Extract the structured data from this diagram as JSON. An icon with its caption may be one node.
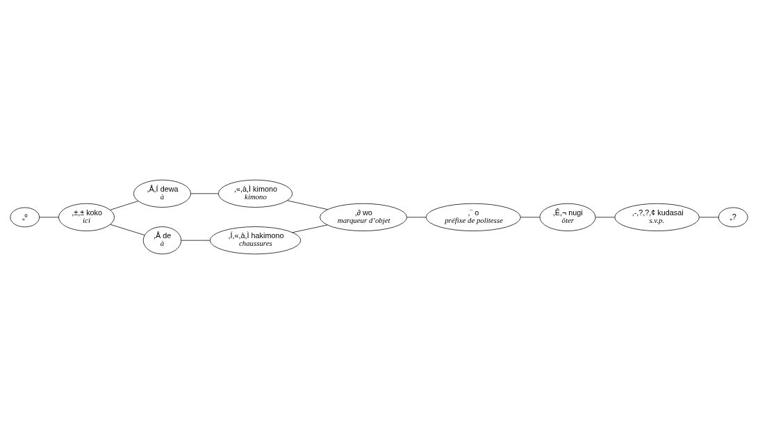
{
  "diagram": {
    "nodes": [
      {
        "text": [
          "„º"
        ]
      },
      {
        "text": [
          ",±,± koko",
          "ici"
        ]
      },
      {
        "text": [
          ",Å,Í dewa",
          "à"
        ]
      },
      {
        "text": [
          ",Å de",
          "à"
        ]
      },
      {
        "text": [
          ",«,à,Ì kimono",
          "kimono"
        ]
      },
      {
        "text": [
          ",Í,«,à,Ì hakimono",
          "chaussures"
        ]
      },
      {
        "text": [
          ",∂ wo",
          "marqueur d’objet"
        ]
      },
      {
        "text": [
          ",¨ o",
          "préfixe de politesse"
        ]
      },
      {
        "text": [
          ",Ê,¬ nugi",
          "ôter"
        ]
      },
      {
        "text": [
          ",-,?,?,¢ kudasai",
          "s.v.p."
        ]
      },
      {
        "text": [
          "„?"
        ]
      }
    ],
    "edges": [
      {
        "from": 0,
        "to": 1,
        "arrow": "none"
      },
      {
        "from": 1,
        "to": 2,
        "arrow": "none"
      },
      {
        "from": 1,
        "to": 3,
        "arrow": "none"
      },
      {
        "from": 2,
        "to": 4,
        "arrow": "none"
      },
      {
        "from": 3,
        "to": 5,
        "arrow": "none"
      },
      {
        "from": 4,
        "to": 6,
        "arrow": "none"
      },
      {
        "from": 5,
        "to": 6,
        "arrow": "none"
      },
      {
        "from": 6,
        "to": 7,
        "arrow": "none"
      },
      {
        "from": 7,
        "to": 8,
        "arrow": "none"
      },
      {
        "from": 8,
        "to": 9,
        "arrow": "none"
      },
      {
        "from": 9,
        "to": 10,
        "arrow": "none"
      }
    ]
  }
}
